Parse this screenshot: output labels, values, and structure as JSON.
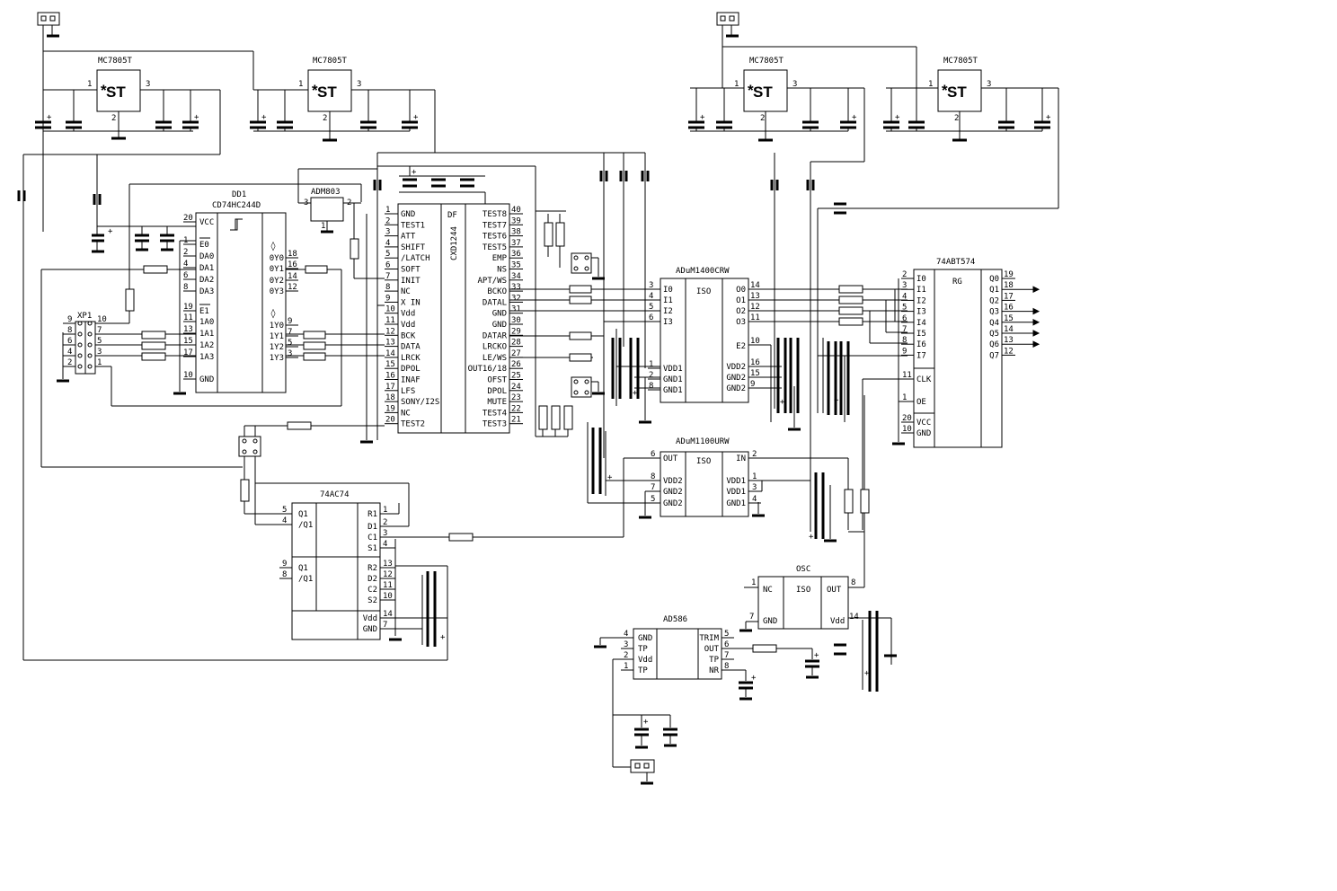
{
  "regulators": [
    {
      "title": "MC7805T",
      "logo": "ST",
      "pin_in": "1",
      "pin_gnd": "2",
      "pin_out": "3"
    },
    {
      "title": "MC7805T",
      "logo": "ST",
      "pin_in": "1",
      "pin_gnd": "2",
      "pin_out": "3"
    },
    {
      "title": "MC7805T",
      "logo": "ST",
      "pin_in": "1",
      "pin_gnd": "2",
      "pin_out": "3"
    },
    {
      "title": "MC7805T",
      "logo": "ST",
      "pin_in": "1",
      "pin_gnd": "2",
      "pin_out": "3"
    }
  ],
  "adm803": {
    "title": "ADM803",
    "p1": "1",
    "p2": "2",
    "p3": "3"
  },
  "dd1": {
    "ref": "DD1",
    "title": "CD74HC244D",
    "left_pins": [
      {
        "num": "20",
        "name": "VCC"
      },
      {
        "num": "1",
        "name": "E0"
      },
      {
        "num": "2",
        "name": "DA0"
      },
      {
        "num": "4",
        "name": "DA1"
      },
      {
        "num": "6",
        "name": "DA2"
      },
      {
        "num": "8",
        "name": "DA3"
      },
      {
        "num": "19",
        "name": "E1"
      },
      {
        "num": "11",
        "name": "1A0"
      },
      {
        "num": "13",
        "name": "1A1"
      },
      {
        "num": "15",
        "name": "1A2"
      },
      {
        "num": "17",
        "name": "1A3"
      },
      {
        "num": "10",
        "name": "GND"
      }
    ],
    "right_pins": [
      {
        "num": "18",
        "name": "0Y0"
      },
      {
        "num": "16",
        "name": "0Y1"
      },
      {
        "num": "14",
        "name": "0Y2"
      },
      {
        "num": "12",
        "name": "0Y3"
      },
      {
        "num": "9",
        "name": "1Y0"
      },
      {
        "num": "7",
        "name": "1Y1"
      },
      {
        "num": "5",
        "name": "1Y2"
      },
      {
        "num": "3",
        "name": "1Y3"
      }
    ]
  },
  "xp1": {
    "ref": "XP1",
    "left_pins": [
      "9",
      "8",
      "6",
      "4",
      "2"
    ],
    "right_pins": [
      "10",
      "7",
      "5",
      "3",
      "1"
    ]
  },
  "cxd": {
    "title": "CXD1244",
    "center": "DF",
    "left_pins": [
      {
        "num": "1",
        "name": "GND"
      },
      {
        "num": "2",
        "name": "TEST1"
      },
      {
        "num": "3",
        "name": "ATT"
      },
      {
        "num": "4",
        "name": "SHIFT"
      },
      {
        "num": "5",
        "name": "/LATCH"
      },
      {
        "num": "6",
        "name": "SOFT"
      },
      {
        "num": "7",
        "name": "INIT"
      },
      {
        "num": "8",
        "name": "NC"
      },
      {
        "num": "9",
        "name": "X IN"
      },
      {
        "num": "10",
        "name": "Vdd"
      },
      {
        "num": "11",
        "name": "Vdd"
      },
      {
        "num": "12",
        "name": "BCK"
      },
      {
        "num": "13",
        "name": "DATA"
      },
      {
        "num": "14",
        "name": "LRCK"
      },
      {
        "num": "15",
        "name": "DPOL"
      },
      {
        "num": "16",
        "name": "INAF"
      },
      {
        "num": "17",
        "name": "LFS"
      },
      {
        "num": "18",
        "name": "SONY/I2S"
      },
      {
        "num": "19",
        "name": "NC"
      },
      {
        "num": "20",
        "name": "TEST2"
      }
    ],
    "right_pins": [
      {
        "num": "40",
        "name": "TEST8"
      },
      {
        "num": "39",
        "name": "TEST7"
      },
      {
        "num": "38",
        "name": "TEST6"
      },
      {
        "num": "37",
        "name": "TEST5"
      },
      {
        "num": "36",
        "name": "EMP"
      },
      {
        "num": "35",
        "name": "NS"
      },
      {
        "num": "34",
        "name": "APT/WS"
      },
      {
        "num": "33",
        "name": "BCKO"
      },
      {
        "num": "32",
        "name": "DATAL"
      },
      {
        "num": "31",
        "name": "GND"
      },
      {
        "num": "30",
        "name": "GND"
      },
      {
        "num": "29",
        "name": "DATAR"
      },
      {
        "num": "28",
        "name": "LRCKO"
      },
      {
        "num": "27",
        "name": "LE/WS"
      },
      {
        "num": "26",
        "name": "OUT16/18"
      },
      {
        "num": "25",
        "name": "OFST"
      },
      {
        "num": "24",
        "name": "DPOL"
      },
      {
        "num": "23",
        "name": "MUTE"
      },
      {
        "num": "22",
        "name": "TEST4"
      },
      {
        "num": "21",
        "name": "TEST3"
      }
    ]
  },
  "adum1400": {
    "title": "ADuM1400CRW",
    "iso": "ISO",
    "left_pins": [
      {
        "num": "3",
        "name": "I0"
      },
      {
        "num": "4",
        "name": "I1"
      },
      {
        "num": "5",
        "name": "I2"
      },
      {
        "num": "6",
        "name": "I3"
      }
    ],
    "left_power": [
      {
        "num": "1",
        "name": "VDD1"
      },
      {
        "num": "2",
        "name": "GND1"
      },
      {
        "num": "8",
        "name": "GND1"
      }
    ],
    "right_pins": [
      {
        "num": "14",
        "name": "O0"
      },
      {
        "num": "13",
        "name": "O1"
      },
      {
        "num": "12",
        "name": "O2"
      },
      {
        "num": "11",
        "name": "O3"
      }
    ],
    "right_e2": {
      "num": "10",
      "name": "E2"
    },
    "right_power": [
      {
        "num": "16",
        "name": "VDD2"
      },
      {
        "num": "15",
        "name": "GND2"
      },
      {
        "num": "9",
        "name": "GND2"
      }
    ]
  },
  "adum1100": {
    "title": "ADuM1100URW",
    "iso": "ISO",
    "left_pins": [
      {
        "num": "6",
        "name": "OUT"
      },
      {
        "num": "8",
        "name": "VDD2"
      },
      {
        "num": "7",
        "name": "GND2"
      },
      {
        "num": "5",
        "name": "GND2"
      }
    ],
    "right_pins": [
      {
        "num": "2",
        "name": "IN"
      },
      {
        "num": "1",
        "name": "VDD1"
      },
      {
        "num": "3",
        "name": "VDD1"
      },
      {
        "num": "4",
        "name": "GND1"
      }
    ]
  },
  "abt574": {
    "title": "74ABT574",
    "center": "RG",
    "left_pins": [
      {
        "num": "2",
        "name": "I0"
      },
      {
        "num": "3",
        "name": "I1"
      },
      {
        "num": "4",
        "name": "I2"
      },
      {
        "num": "5",
        "name": "I3"
      },
      {
        "num": "6",
        "name": "I4"
      },
      {
        "num": "7",
        "name": "I5"
      },
      {
        "num": "8",
        "name": "I6"
      },
      {
        "num": "9",
        "name": "I7"
      }
    ],
    "left_ctrl": [
      {
        "num": "11",
        "name": "CLK"
      },
      {
        "num": "1",
        "name": "OE"
      }
    ],
    "left_power": [
      {
        "num": "20",
        "name": "VCC"
      },
      {
        "num": "10",
        "name": "GND"
      }
    ],
    "right_pins": [
      {
        "num": "19",
        "name": "Q0"
      },
      {
        "num": "18",
        "name": "Q1"
      },
      {
        "num": "17",
        "name": "Q2"
      },
      {
        "num": "16",
        "name": "Q3"
      },
      {
        "num": "15",
        "name": "Q4"
      },
      {
        "num": "14",
        "name": "Q5"
      },
      {
        "num": "13",
        "name": "Q6"
      },
      {
        "num": "12",
        "name": "Q7"
      }
    ]
  },
  "ac74": {
    "title": "74AC74",
    "left_pins": [
      {
        "num": "5",
        "name": "Q1"
      },
      {
        "num": "4",
        "name": "/Q1"
      },
      {
        "num": "9",
        "name": "Q1"
      },
      {
        "num": "8",
        "name": "/Q1"
      }
    ],
    "right_pins": [
      {
        "num": "1",
        "name": "R1"
      },
      {
        "num": "2",
        "name": "D1"
      },
      {
        "num": "3",
        "name": "C1"
      },
      {
        "num": "4",
        "name": "S1"
      },
      {
        "num": "13",
        "name": "R2"
      },
      {
        "num": "12",
        "name": "D2"
      },
      {
        "num": "11",
        "name": "C2"
      },
      {
        "num": "10",
        "name": "S2"
      },
      {
        "num": "14",
        "name": "Vdd"
      },
      {
        "num": "7",
        "name": "GND"
      }
    ]
  },
  "osc": {
    "title": "OSC",
    "nc": "NC",
    "iso": "ISO",
    "out": "OUT",
    "gnd": "GND",
    "vdd": "Vdd",
    "p_nc": "1",
    "p_gnd": "7",
    "p_out": "8",
    "p_vdd": "14"
  },
  "ad586": {
    "title": "AD586",
    "left_pins": [
      {
        "num": "4",
        "name": "GND"
      },
      {
        "num": "3",
        "name": "TP"
      },
      {
        "num": "2",
        "name": "Vdd"
      },
      {
        "num": "1",
        "name": "TP"
      }
    ],
    "right_pins": [
      {
        "num": "5",
        "name": "TRIM"
      },
      {
        "num": "6",
        "name": "OUT"
      },
      {
        "num": "7",
        "name": "TP"
      },
      {
        "num": "8",
        "name": "NR"
      }
    ]
  },
  "cap_plus": "+"
}
